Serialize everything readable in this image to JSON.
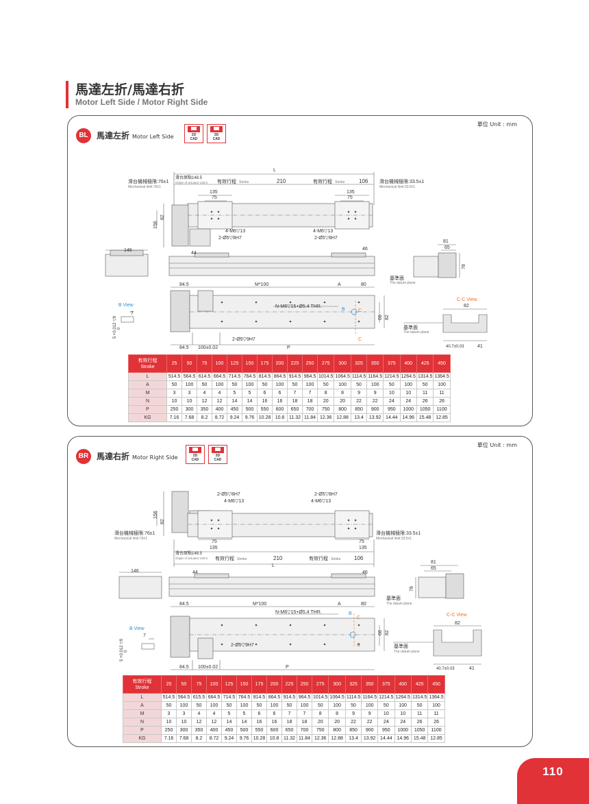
{
  "header": {
    "title": "馬達左折/馬達右折",
    "subtitle": "Motor Left Side / Motor Right Side"
  },
  "colors": {
    "accent": "#e03237",
    "table_label_bg": "#f3d7d8",
    "cc_view": "#e8741f",
    "b_view": "#2a8fd4"
  },
  "sections": [
    {
      "badge": "BL",
      "title": "馬達左折",
      "title_en": "Motor Left Side",
      "unit": "單位 Unit : mm",
      "cad": [
        {
          "l1": "2D",
          "l2": "CAD"
        },
        {
          "l1": "3D",
          "l2": "CAD"
        }
      ],
      "dims": {
        "L": "L",
        "mech_left": "滑台機械極限:76±1",
        "mech_left_en": "Mechanical limit:76±1",
        "origin": "滑台原點148.5",
        "origin_en": "Origin of actuator:148.5",
        "stroke": "有效行程",
        "stroke_en": "Stroke",
        "d210": "210",
        "d106": "106",
        "mech_right": "滑台機械極限:33.5±1",
        "mech_right_en": "Mechanical limit:33.5±1",
        "d135": "135",
        "d75": "75",
        "d82": "82",
        "d156": "156",
        "m6": "4-M6▽13",
        "pin8": "2-Ø5▽8H7",
        "d146": "146",
        "d44": "44",
        "d46": "46",
        "d81": "81",
        "d65": "65",
        "d78": "78",
        "datum": "基準面",
        "datum_en": "The datum plane",
        "d845": "84.5",
        "m100": "M*100",
        "A": "A",
        "d80": "80",
        "thr": "N-M6▽15+Ø5.4 THR.",
        "B": "B",
        "C": "C",
        "bview": "B View",
        "d7": "7",
        "tol": "5 +0.012 ▽9",
        "zero": "0",
        "d68": "68",
        "pin9": "2-Ø5▽9H7",
        "d100": "100±0.02",
        "P": "P",
        "ccview": "C-C View",
        "d407": "40.7±0.03",
        "d41": "41"
      },
      "table": {
        "head_label": "有效行程",
        "head_label_en": "Stroke",
        "strokes": [
          "25",
          "50",
          "75",
          "100",
          "125",
          "150",
          "175",
          "200",
          "225",
          "250",
          "275",
          "300",
          "325",
          "350",
          "375",
          "400",
          "425",
          "450"
        ],
        "rows": [
          {
            "label": "L",
            "values": [
              "514.5",
              "564.5",
              "614.5",
              "664.5",
              "714.5",
              "764.5",
              "814.5",
              "864.5",
              "914.5",
              "964.5",
              "1014.5",
              "1064.5",
              "1114.5",
              "1164.5",
              "1214.5",
              "1264.5",
              "1314.5",
              "1364.5"
            ]
          },
          {
            "label": "A",
            "values": [
              "50",
              "100",
              "50",
              "100",
              "50",
              "100",
              "50",
              "100",
              "50",
              "100",
              "50",
              "100",
              "50",
              "100",
              "50",
              "100",
              "50",
              "100"
            ]
          },
          {
            "label": "M",
            "values": [
              "3",
              "3",
              "4",
              "4",
              "5",
              "5",
              "6",
              "6",
              "7",
              "7",
              "8",
              "8",
              "9",
              "9",
              "10",
              "10",
              "11",
              "11"
            ]
          },
          {
            "label": "N",
            "values": [
              "10",
              "10",
              "12",
              "12",
              "14",
              "14",
              "16",
              "16",
              "18",
              "18",
              "20",
              "20",
              "22",
              "22",
              "24",
              "24",
              "26",
              "26"
            ]
          },
          {
            "label": "P",
            "values": [
              "250",
              "300",
              "350",
              "400",
              "450",
              "500",
              "550",
              "600",
              "650",
              "700",
              "750",
              "800",
              "850",
              "900",
              "950",
              "1000",
              "1050",
              "1100"
            ]
          },
          {
            "label": "KG",
            "values": [
              "7.16",
              "7.68",
              "8.2",
              "8.72",
              "9.24",
              "9.76",
              "10.28",
              "10.8",
              "11.32",
              "11.84",
              "12.36",
              "12.88",
              "13.4",
              "13.92",
              "14.44",
              "14.96",
              "15.48",
              "12.85"
            ]
          }
        ]
      }
    },
    {
      "badge": "BR",
      "title": "馬達右折",
      "title_en": "Motor Right Side",
      "unit": "單位 Unit : mm",
      "cad": [
        {
          "l1": "2D",
          "l2": "CAD"
        },
        {
          "l1": "3D",
          "l2": "CAD"
        }
      ],
      "dims": {
        "L": "L",
        "mech_left": "滑台機械極限:76±1",
        "mech_left_en": "Mechanical limit:76±1",
        "origin": "滑台原點148.5",
        "origin_en": "Origin of actuator:148.5",
        "stroke": "有效行程",
        "stroke_en": "Stroke",
        "d210": "210",
        "d106": "106",
        "mech_right": "滑台機械極限:33.5±1",
        "mech_right_en": "Mechanical limit:33.5±1",
        "d135": "135",
        "d75": "75",
        "d82": "82",
        "d156": "156",
        "m6": "4-M6▽13",
        "pin8": "2-Ø5▽8H7",
        "d146": "146",
        "d44": "44",
        "d46": "46",
        "d81": "81",
        "d65": "65",
        "d78": "78",
        "datum": "基準面",
        "datum_en": "The datum plane",
        "d845": "84.5",
        "m100": "M*100",
        "A": "A",
        "d80": "80",
        "thr": "N-M6▽15+Ø5.4 THR.",
        "B": "B",
        "C": "C",
        "bview": "B View",
        "d7": "7",
        "tol": "5 +0.012 ▽9",
        "zero": "0",
        "d68": "68",
        "pin9": "2-Ø5▽9H7",
        "d100": "100±0.02",
        "P": "P",
        "ccview": "C-C View",
        "d407": "40.7±0.03",
        "d41": "41"
      },
      "table": {
        "head_label": "有效行程",
        "head_label_en": "Stroke",
        "strokes": [
          "25",
          "50",
          "75",
          "100",
          "125",
          "150",
          "175",
          "200",
          "225",
          "250",
          "275",
          "300",
          "325",
          "350",
          "375",
          "400",
          "425",
          "450"
        ],
        "rows": [
          {
            "label": "L",
            "values": [
              "514.5",
              "564.5",
              "615.5",
              "664.5",
              "714.5",
              "764.5",
              "814.5",
              "864.5",
              "914.5",
              "964.5",
              "1014.5",
              "1064.5",
              "1114.5",
              "1164.5",
              "1214.5",
              "1264.5",
              "1314.5",
              "1364.5"
            ]
          },
          {
            "label": "A",
            "values": [
              "50",
              "100",
              "50",
              "100",
              "50",
              "100",
              "50",
              "100",
              "50",
              "100",
              "50",
              "100",
              "50",
              "100",
              "50",
              "100",
              "50",
              "100"
            ]
          },
          {
            "label": "M",
            "values": [
              "3",
              "3",
              "4",
              "4",
              "5",
              "5",
              "6",
              "6",
              "7",
              "7",
              "8",
              "8",
              "9",
              "9",
              "10",
              "10",
              "11",
              "11"
            ]
          },
          {
            "label": "N",
            "values": [
              "10",
              "10",
              "12",
              "12",
              "14",
              "14",
              "16",
              "16",
              "18",
              "18",
              "20",
              "20",
              "22",
              "22",
              "24",
              "24",
              "26",
              "26"
            ]
          },
          {
            "label": "P",
            "values": [
              "250",
              "300",
              "350",
              "400",
              "450",
              "500",
              "550",
              "600",
              "650",
              "700",
              "750",
              "800",
              "850",
              "900",
              "950",
              "1000",
              "1050",
              "1100"
            ]
          },
          {
            "label": "KG",
            "values": [
              "7.16",
              "7.68",
              "8.2",
              "8.72",
              "9.24",
              "9.76",
              "10.28",
              "10.8",
              "11.32",
              "11.84",
              "12.36",
              "12.88",
              "13.4",
              "13.92",
              "14.44",
              "14.96",
              "15.48",
              "12.85"
            ]
          }
        ]
      }
    }
  ],
  "page_number": "110"
}
